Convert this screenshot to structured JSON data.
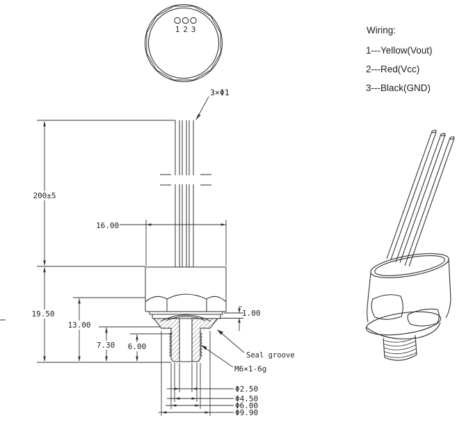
{
  "wiring": {
    "title": "Wiring:",
    "lines": [
      "1---Yellow(Vout)",
      "2---Red(Vcc)",
      "3---Black(GND)"
    ]
  },
  "top_view": {
    "pins": [
      "1",
      "2",
      "3"
    ]
  },
  "callouts": {
    "wires": "3×Φ1",
    "seal": "Seal groove",
    "thread": "M6×1-6g"
  },
  "dimensions": {
    "cable_length": "200±5",
    "body_width": "16.00",
    "overall_height": "19.50",
    "hex_top_height": "13.00",
    "port_height": "7.30",
    "thread_length": "6.00",
    "seal_thickness": "1.00",
    "dia_bore": "Φ2.50",
    "dia_mid": "Φ4.50",
    "dia_thread": "Φ6.00",
    "dia_flange": "Φ9.90"
  },
  "colors": {
    "line": "#2f2f2f",
    "background": "#ffffff"
  }
}
